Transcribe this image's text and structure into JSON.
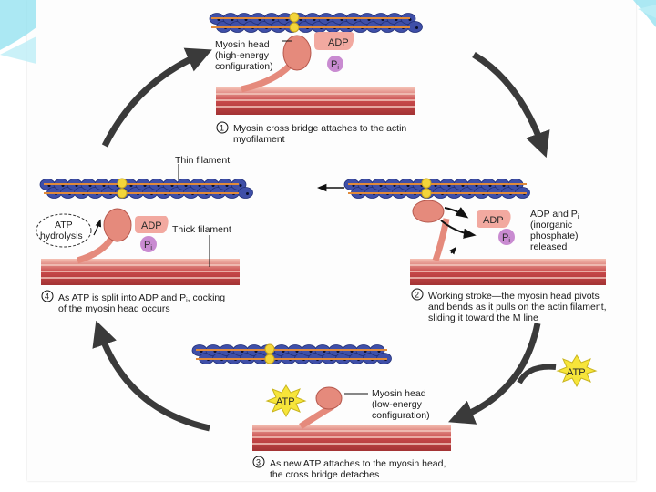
{
  "colors": {
    "actin_bead": "#3f4fa8",
    "actin_bead_edge": "#22307a",
    "tropomyosin": "#e08a3a",
    "troponin": "#f3d53a",
    "thick_filament": "#c8494a",
    "thick_stripe": "#f1b4a8",
    "myosin_head": "#e58a7c",
    "adp_chip": "#f2a9a0",
    "pi_chip": "#c98bd1",
    "atp_burst": "#f7e53a",
    "cycle_arrow": "#3a3a3a",
    "accent_cyan": "#6fd3e6"
  },
  "step1": {
    "number": "1",
    "caption_line1": "Myosin cross bridge attaches to the actin",
    "caption_line2": "myofilament",
    "head_label_line1": "Myosin head",
    "head_label_line2": "(high-energy",
    "head_label_line3": "configuration)",
    "adp": "ADP",
    "pi": "P",
    "pi_sub": "i"
  },
  "step2": {
    "number": "2",
    "caption_line1": "Working stroke—the myosin head pivots",
    "caption_line2": "and bends as it pulls on the actin filament,",
    "caption_line3": "sliding it toward the M line",
    "adp": "ADP",
    "pi": "P",
    "pi_sub": "i",
    "release_line1": "ADP and P",
    "release_line1_sub": "i",
    "release_line2": "(inorganic",
    "release_line3": "phosphate)",
    "release_line4": "released"
  },
  "step3": {
    "number": "3",
    "caption_line1": "As new ATP attaches to the myosin head,",
    "caption_line2": "the cross bridge detaches",
    "atp_incoming": "ATP",
    "atp_bound": "ATP",
    "head_label_line1": "Myosin head",
    "head_label_line2": "(low-energy",
    "head_label_line3": "configuration)"
  },
  "step4": {
    "number": "4",
    "caption_line1": "As ATP is split into ADP and P",
    "caption_line1_sub": "i",
    "caption_line1_end": ", cocking",
    "caption_line2": "of the myosin head occurs",
    "hydrolysis_line1": "ATP",
    "hydrolysis_line2": "hydrolysis",
    "adp": "ADP",
    "pi": "P",
    "pi_sub": "i",
    "thin_label": "Thin filament",
    "thick_label": "Thick filament"
  }
}
